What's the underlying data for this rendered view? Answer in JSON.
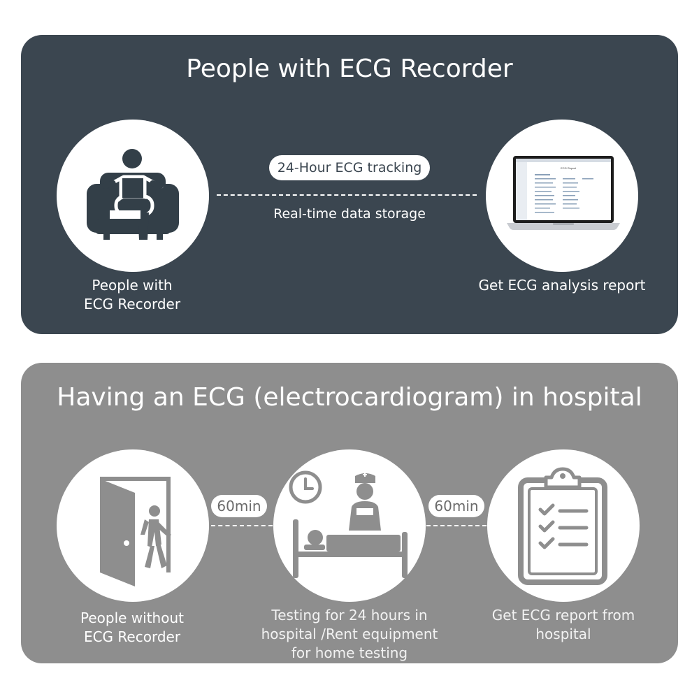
{
  "with_recorder": {
    "title": "People with ECG Recorder",
    "person_caption_line1": "People with",
    "person_caption_line2": "ECG Recorder",
    "tracking_label": "24-Hour ECG tracking",
    "storage_label": "Real-time data storage",
    "report_caption": "Get ECG analysis report",
    "laptop_report_title": "ECG Report"
  },
  "hospital": {
    "title": "Having an ECG (electrocardiogram) in hospital",
    "person_caption_line1": "People without",
    "person_caption_line2": "ECG Recorder",
    "wait_label_1": "60min",
    "wait_label_2": "60min",
    "testing_caption_line1": "Testing for 24 hours in",
    "testing_caption_line2": "hospital /Rent equipment",
    "testing_caption_line3": "for home testing",
    "report_caption_line1": "Get ECG report from",
    "report_caption_line2": "hospital"
  },
  "icons": {
    "seated_person": "person-in-armchair-icon",
    "laptop": "laptop-report-icon",
    "door_walker": "person-leaving-door-icon",
    "nurse_bed": "nurse-patient-bed-clock-icon",
    "clipboard": "clipboard-checklist-icon"
  },
  "colors": {
    "top_panel": "#3b4650",
    "bottom_panel": "#8e8e8e",
    "icon_dark": "#333f48",
    "icon_grey": "#8e8e8e"
  }
}
